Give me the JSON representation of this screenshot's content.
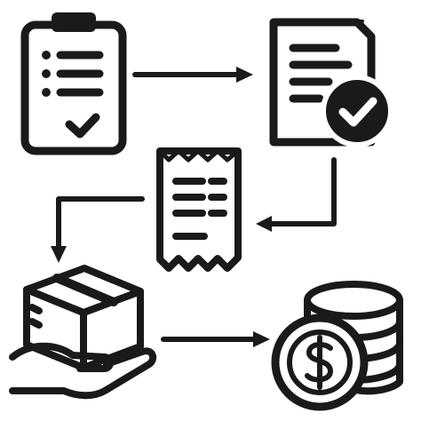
{
  "diagram": {
    "background_color": "#ffffff",
    "ink_color": "#1a1a1a",
    "nodes": [
      {
        "id": "checklist",
        "icon": "clipboard-checklist-icon"
      },
      {
        "id": "approved",
        "icon": "approved-document-icon"
      },
      {
        "id": "receipt",
        "icon": "receipt-icon"
      },
      {
        "id": "delivery",
        "icon": "package-in-hand-icon"
      },
      {
        "id": "payment",
        "icon": "dollar-coins-icon"
      }
    ],
    "edges": [
      {
        "from": "checklist",
        "to": "approved"
      },
      {
        "from": "approved",
        "to": "receipt"
      },
      {
        "from": "receipt",
        "to": "delivery"
      },
      {
        "from": "delivery",
        "to": "payment"
      }
    ]
  }
}
